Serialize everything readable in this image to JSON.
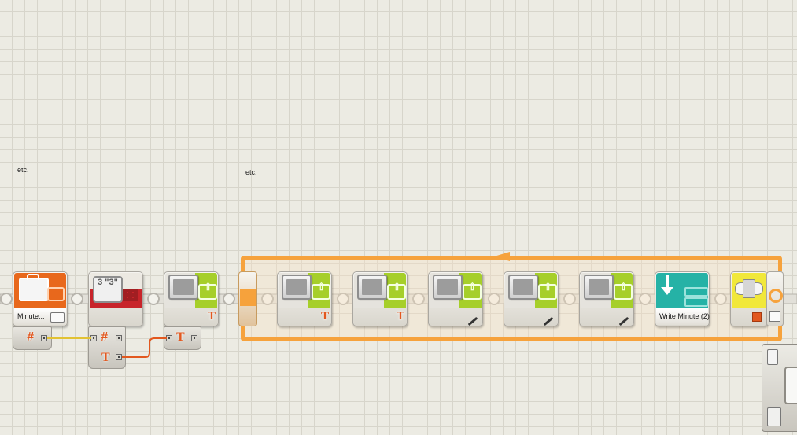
{
  "canvas": {
    "notes": [
      "etc.",
      "etc."
    ]
  },
  "blocks": [
    {
      "id": "number-to-text",
      "label": "Minute...",
      "type": "number-to-text"
    },
    {
      "id": "text-block-1",
      "label": "",
      "type": "text"
    },
    {
      "id": "display-1",
      "label": "",
      "type": "display-text"
    },
    {
      "id": "display-2",
      "label": "",
      "type": "display-text"
    },
    {
      "id": "display-3",
      "label": "",
      "type": "display-text"
    },
    {
      "id": "display-4",
      "label": "",
      "type": "display-drawing"
    },
    {
      "id": "display-5",
      "label": "",
      "type": "display-drawing"
    },
    {
      "id": "display-6",
      "label": "",
      "type": "display-drawing"
    },
    {
      "id": "file-access",
      "label": "Write Minute (2)",
      "type": "file-access"
    },
    {
      "id": "switch",
      "label": "",
      "type": "switch"
    }
  ],
  "plug_icons": {
    "number": "#",
    "text": "T",
    "text_combine_label": "3 \"3\""
  },
  "colors": {
    "orange": "#e8681c",
    "red": "#c8242a",
    "green": "#a6cf2a",
    "teal": "#25b2a6",
    "yellow": "#f1e83a",
    "loop": "#f6a23c",
    "wire_number": "#e2c233",
    "wire_text": "#e2581f"
  }
}
